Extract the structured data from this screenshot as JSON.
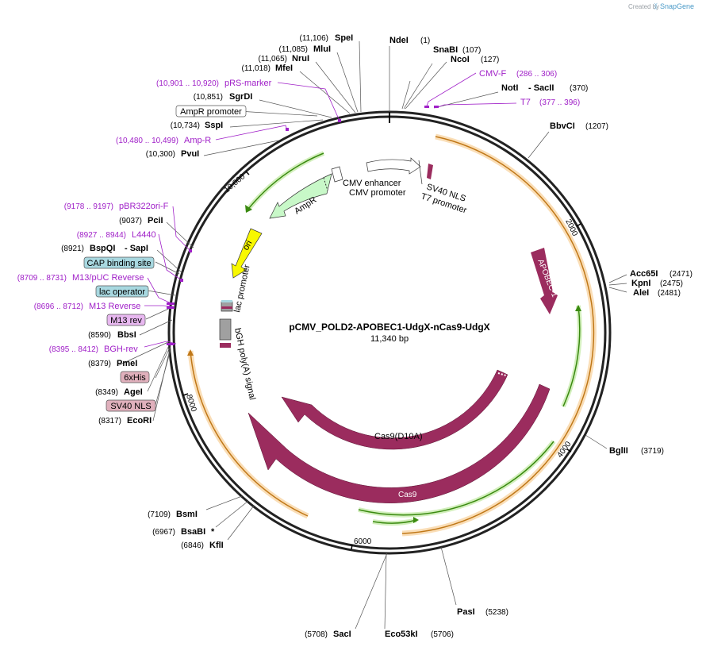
{
  "branding": {
    "created_by": "Created by",
    "product": "SnapGene"
  },
  "plasmid": {
    "name": "pCMV_POLD2-APOBEC1-UdgX-nCas9-UdgX",
    "size": "11,340 bp"
  },
  "ticks": [
    "2000",
    "4000",
    "6000",
    "8000",
    "10,000"
  ],
  "sites": [
    {
      "name": "SpeI",
      "pos": "(11,106)"
    },
    {
      "name": "MluI",
      "pos": "(11,085)"
    },
    {
      "name": "NruI",
      "pos": "(11,065)"
    },
    {
      "name": "MfeI",
      "pos": "(11,018)"
    },
    {
      "name": "SgrDI",
      "pos": "(10,851)"
    },
    {
      "name": "SspI",
      "pos": "(10,734)"
    },
    {
      "name": "PvuI",
      "pos": "(10,300)"
    },
    {
      "name": "PciI",
      "pos": "(9037)"
    },
    {
      "name": "BspQI",
      "pos": "(8921)",
      "extra": "- SapI"
    },
    {
      "name": "BbsI",
      "pos": "(8590)"
    },
    {
      "name": "PmeI",
      "pos": "(8379)"
    },
    {
      "name": "AgeI",
      "pos": "(8349)"
    },
    {
      "name": "EcoRI",
      "pos": "(8317)"
    },
    {
      "name": "BsmI",
      "pos": "(7109)"
    },
    {
      "name": "BsaBI",
      "pos": "(6967)",
      "extra": "*"
    },
    {
      "name": "KflI",
      "pos": "(6846)"
    },
    {
      "name": "SacI",
      "pos": "(5708)"
    },
    {
      "name": "Eco53kI",
      "pos": "(5706)"
    },
    {
      "name": "PasI",
      "pos": "(5238)"
    },
    {
      "name": "BglII",
      "pos": "(3719)"
    },
    {
      "name": "Acc65I",
      "pos": "(2471)"
    },
    {
      "name": "KpnI",
      "pos": "(2475)"
    },
    {
      "name": "AleI",
      "pos": "(2481)"
    },
    {
      "name": "BbvCI",
      "pos": "(1207)"
    },
    {
      "name": "NotI",
      "pos": "(370)",
      "extra": "- SacII"
    },
    {
      "name": "NcoI",
      "pos": "(127)"
    },
    {
      "name": "SnaBI",
      "pos": "(107)"
    },
    {
      "name": "NdeI",
      "pos": "(1)"
    }
  ],
  "primers": [
    {
      "name": "pRS-marker",
      "pos": "(10,901 .. 10,920)"
    },
    {
      "name": "Amp-R",
      "pos": "(10,480 .. 10,499)"
    },
    {
      "name": "pBR322ori-F",
      "pos": "(9178 .. 9197)"
    },
    {
      "name": "L4440",
      "pos": "(8927 .. 8944)"
    },
    {
      "name": "M13/pUC Reverse",
      "pos": "(8709 .. 8731)"
    },
    {
      "name": "M13 Reverse",
      "pos": "(8696 .. 8712)"
    },
    {
      "name": "BGH-rev",
      "pos": "(8395 .. 8412)"
    },
    {
      "name": "CMV-F",
      "pos": "(286 .. 306)"
    },
    {
      "name": "T7",
      "pos": "(377 .. 396)"
    }
  ],
  "boxed_features": [
    {
      "name": "AmpR promoter",
      "color": "#ffffff"
    },
    {
      "name": "CAP binding site",
      "color": "#a8d8e0"
    },
    {
      "name": "lac operator",
      "color": "#a8d8e0"
    },
    {
      "name": "M13 rev",
      "color": "#e8b8f0"
    },
    {
      "name": "6xHis",
      "color": "#e0b0bc"
    },
    {
      "name": "SV40 NLS",
      "color": "#e0b0bc"
    }
  ],
  "inner_features": {
    "cmv_enhancer": "CMV enhancer",
    "cmv_promoter": "CMV promoter",
    "sv40_nls": "SV40 NLS",
    "t7_promoter": "T7 promoter",
    "ampr": "AmpR",
    "ori": "ori",
    "lac_promoter": "lac promoter",
    "bgh": "bGH poly(A) signal",
    "apobec": "APOBEC-1",
    "cas9_d10a": "Cas9(D10A)",
    "cas9": "Cas9"
  },
  "colors": {
    "backbone": "#222222",
    "primer": "#a020c8",
    "cas9": "#9b2c5e",
    "orange": "#f0a030",
    "green": "#7fd03f",
    "ampr": "#c8f8c8",
    "ori": "#f8f800",
    "gray": "#a0a0a0"
  }
}
